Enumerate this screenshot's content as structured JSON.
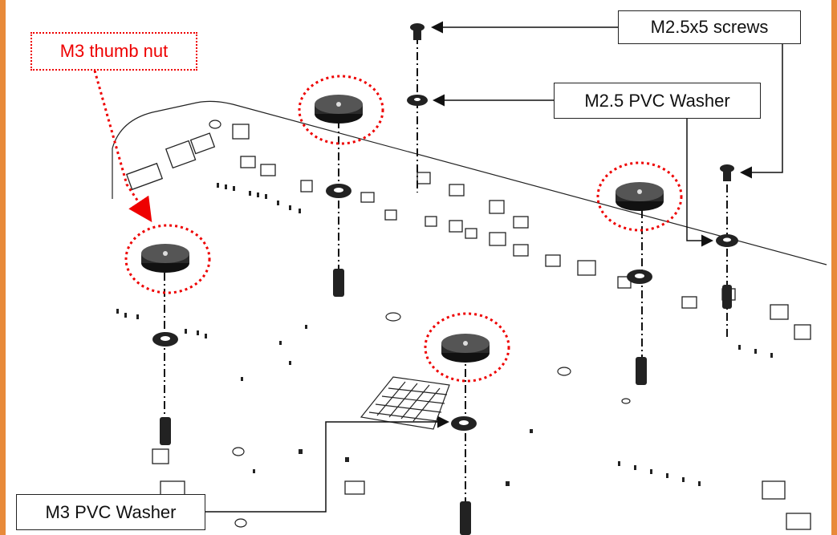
{
  "labels": {
    "thumb_nut": "M3 thumb nut",
    "screws": "M2.5x5 screws",
    "pvc_washer_small": "M2.5 PVC Washer",
    "pvc_washer_m3": "M3 PVC Washer"
  },
  "colors": {
    "frame": "#e88a3a",
    "highlight": "#e00000",
    "line": "#111111"
  }
}
